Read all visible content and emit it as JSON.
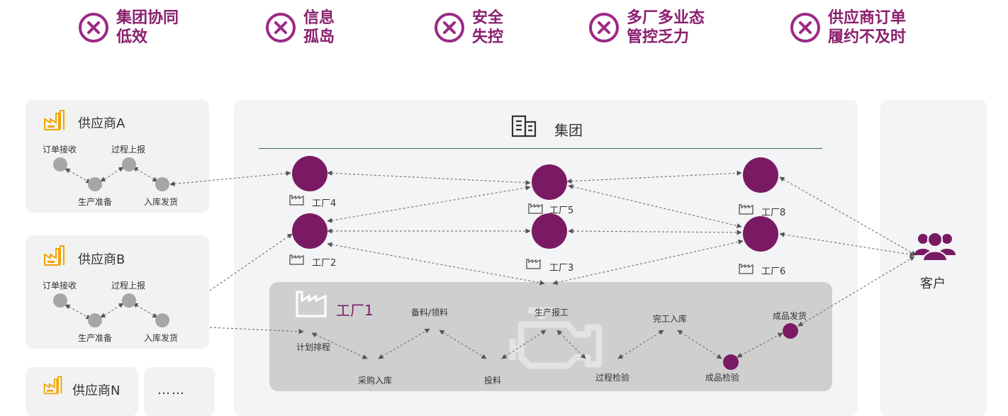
{
  "problems": [
    {
      "line1": "集团协同",
      "line2": "低效"
    },
    {
      "line1": "信息",
      "line2": "孤岛"
    },
    {
      "line1": "安全",
      "line2": "失控"
    },
    {
      "line1": "多厂多业态",
      "line2": "管控乏力"
    },
    {
      "line1": "供应商订单",
      "line2": "履约不及时"
    }
  ],
  "suppliers": [
    {
      "name": "供应商A",
      "steps": {
        "order": "订单接收",
        "report": "过程上报",
        "prep": "生产准备",
        "ship": "入库发货"
      }
    },
    {
      "name": "供应商B",
      "steps": {
        "order": "订单接收",
        "report": "过程上报",
        "prep": "生产准备",
        "ship": "入库发货"
      }
    },
    {
      "name": "供应商N"
    }
  ],
  "more_suppliers": "……",
  "group": {
    "title": "集团"
  },
  "factories": {
    "f4": "工厂4",
    "f5": "工厂5",
    "f8": "工厂8",
    "f2": "工厂2",
    "f3": "工厂3",
    "f6": "工厂6"
  },
  "factory1": {
    "title": "工厂1",
    "steps": {
      "plan": "计划排程",
      "purchase": "采购入库",
      "prepare": "备料/领料",
      "feed": "投料",
      "report": "生产报工",
      "inspect": "过程检验",
      "complete": "完工入库",
      "final_inspect": "成品检验",
      "ship": "成品发货"
    }
  },
  "customer": {
    "label": "客户"
  },
  "colors": {
    "accent": "#8a1f6e",
    "node": "#7a1a64",
    "grey_node": "#a6a6a6",
    "icon_orange": "#f0a500"
  }
}
